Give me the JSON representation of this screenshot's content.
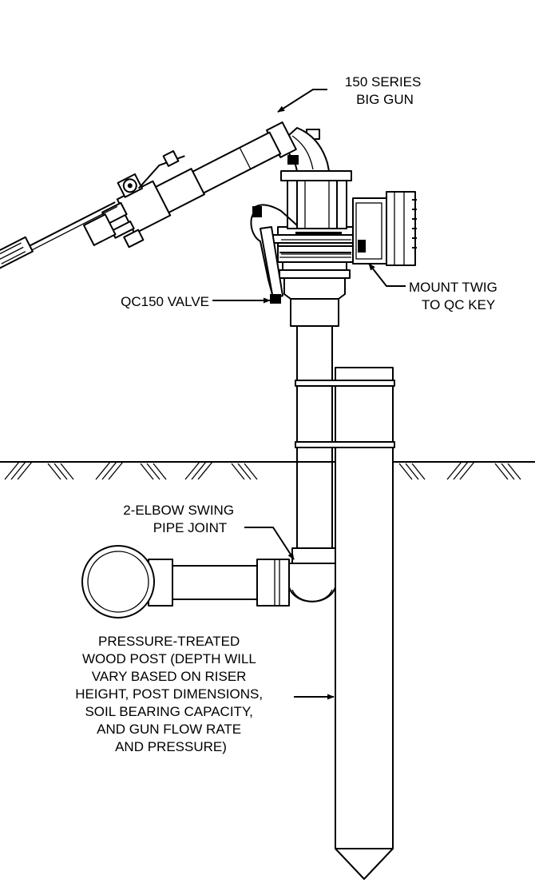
{
  "labels": {
    "gun": [
      "150 SERIES",
      "BIG GUN"
    ],
    "mount": [
      "MOUNT TWIG",
      "TO QC KEY"
    ],
    "valve": [
      "QC150 VALVE"
    ],
    "joint": [
      "2-ELBOW SWING",
      "PIPE JOINT"
    ],
    "post": [
      "PRESSURE-TREATED",
      "WOOD POST  (DEPTH WILL",
      "VARY BASED ON RISER",
      "HEIGHT, POST DIMENSIONS,",
      "SOIL BEARING CAPACITY,",
      "AND GUN FLOW RATE",
      "AND PRESSURE)"
    ]
  },
  "colors": {
    "line": "#000000",
    "background": "#ffffff"
  }
}
